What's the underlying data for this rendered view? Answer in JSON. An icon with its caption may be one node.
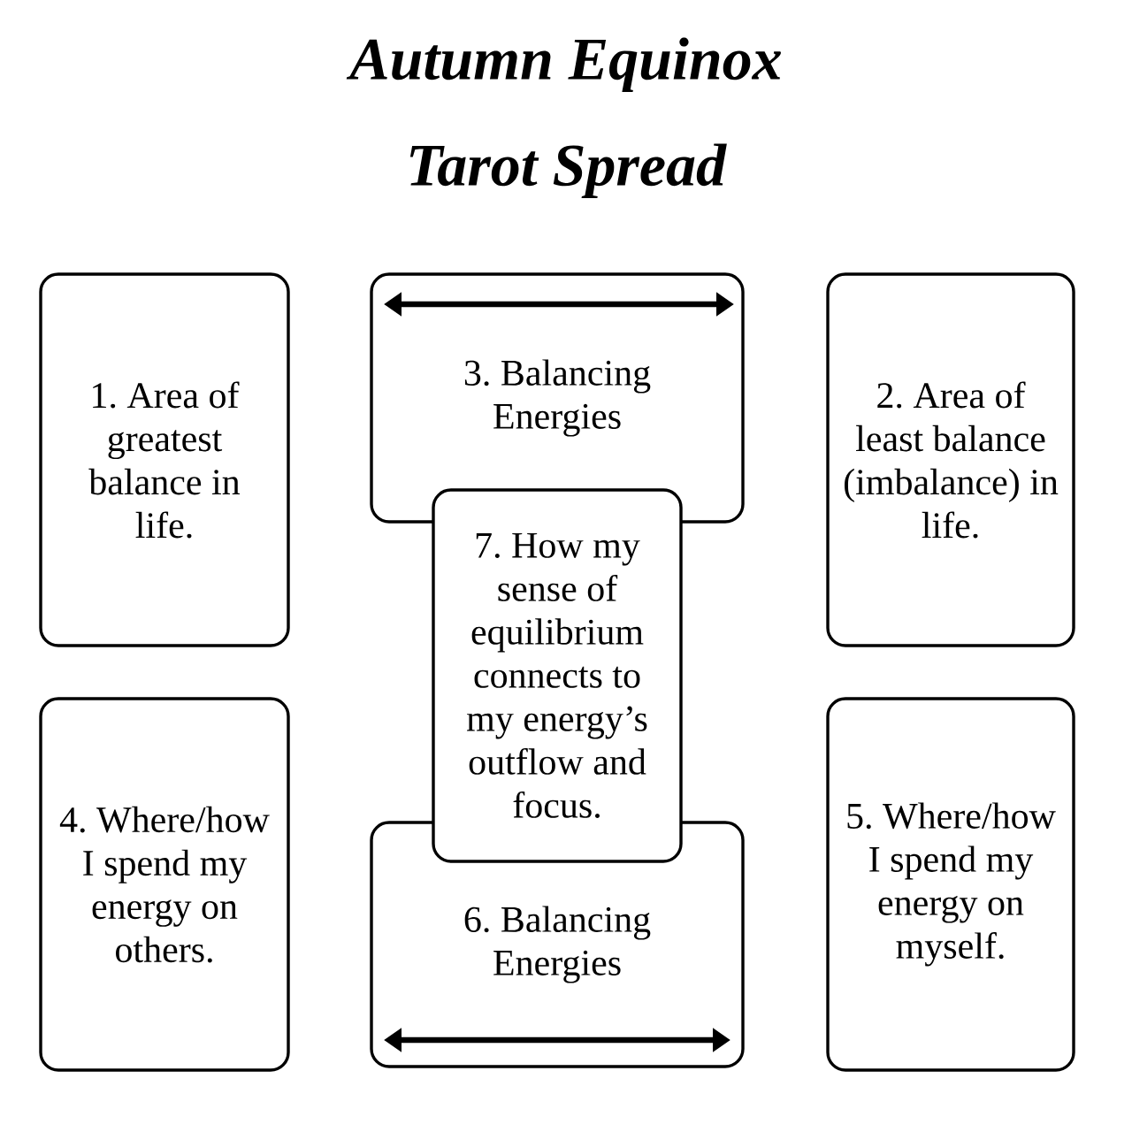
{
  "diagram": {
    "title": "Autumn Equinox Tarot Spread",
    "nodes": [
      {
        "text": [
          "1. Area of greatest balance in life."
        ]
      },
      {
        "text": [
          "3. Balancing Energies"
        ]
      },
      {
        "text": [
          "2. Area of least balance (imbalance) in life."
        ]
      },
      {
        "text": [
          "7. How my sense of equilibrium connects to my energy’s outflow and focus."
        ]
      },
      {
        "text": [
          "4. Where/how I spend my energy on others."
        ]
      },
      {
        "text": [
          "6. Balancing Energies"
        ]
      },
      {
        "text": [
          "5. Where/how I spend my energy on myself."
        ]
      }
    ]
  }
}
